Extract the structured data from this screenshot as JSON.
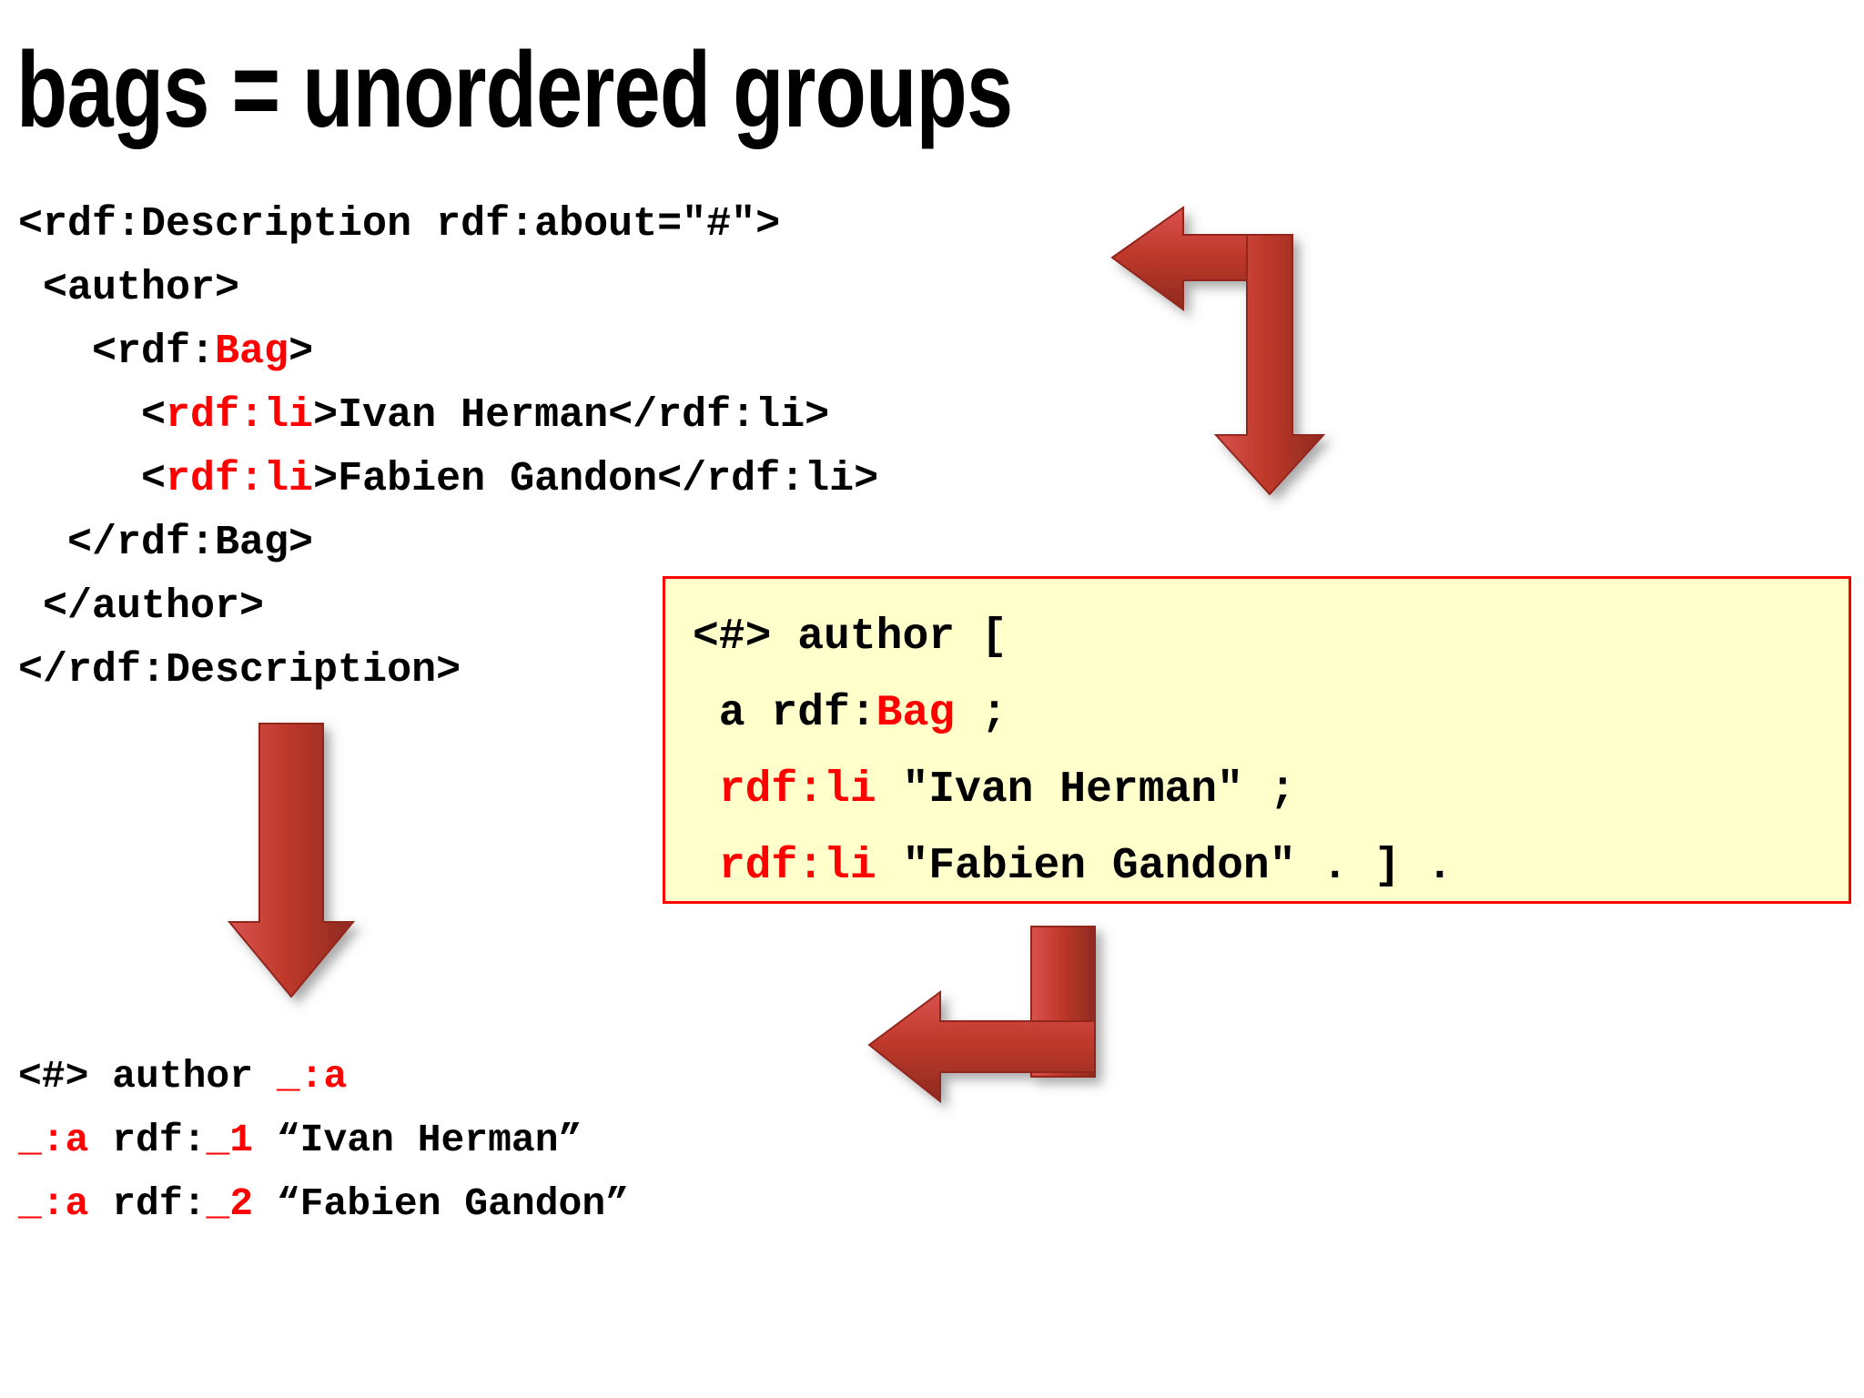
{
  "slide": {
    "title": "bags = unordered groups",
    "background_color": "#FFFFFF"
  },
  "colors": {
    "accent_red": "#FF0000",
    "arrow_red": "#C0392B",
    "arrow_red_dark": "#A32B22",
    "callout_fill": "#FFFFCC",
    "callout_border": "#FF0000",
    "text_black": "#000000"
  },
  "xml_block": {
    "name": "rdf-xml-serialization",
    "lines": [
      {
        "segments": [
          {
            "text": "<rdf:Description rdf:about=\"#\">",
            "color": "black"
          }
        ]
      },
      {
        "segments": [
          {
            "text": " <author>",
            "color": "black"
          }
        ]
      },
      {
        "segments": [
          {
            "text": "   <rdf:",
            "color": "black"
          },
          {
            "text": "Bag",
            "color": "red"
          },
          {
            "text": ">",
            "color": "black"
          }
        ]
      },
      {
        "segments": [
          {
            "text": "     <",
            "color": "black"
          },
          {
            "text": "rdf:li",
            "color": "red"
          },
          {
            "text": ">Ivan Herman</rdf:li>",
            "color": "black"
          }
        ]
      },
      {
        "segments": [
          {
            "text": "     <",
            "color": "black"
          },
          {
            "text": "rdf:li",
            "color": "red"
          },
          {
            "text": ">Fabien Gandon</rdf:li>",
            "color": "black"
          }
        ]
      },
      {
        "segments": [
          {
            "text": "  </rdf:Bag>",
            "color": "black"
          }
        ]
      },
      {
        "segments": [
          {
            "text": " </author>",
            "color": "black"
          }
        ]
      },
      {
        "segments": [
          {
            "text": "</rdf:Description>",
            "color": "black"
          }
        ]
      }
    ]
  },
  "turtle_box": {
    "name": "turtle-serialization-callout",
    "lines": [
      {
        "segments": [
          {
            "text": "<#> author [",
            "color": "black"
          }
        ]
      },
      {
        "segments": [
          {
            "text": " a rdf:",
            "color": "black"
          },
          {
            "text": "Bag",
            "color": "red"
          },
          {
            "text": " ;",
            "color": "black"
          }
        ]
      },
      {
        "segments": [
          {
            "text": " ",
            "color": "black"
          },
          {
            "text": "rdf:li",
            "color": "red"
          },
          {
            "text": " \"Ivan Herman\" ;",
            "color": "black"
          }
        ]
      },
      {
        "segments": [
          {
            "text": " ",
            "color": "black"
          },
          {
            "text": "rdf:li",
            "color": "red"
          },
          {
            "text": " \"Fabien Gandon\" . ] .",
            "color": "black"
          }
        ]
      }
    ]
  },
  "ntriples_block": {
    "name": "ntriples-serialization",
    "lines": [
      {
        "segments": [
          {
            "text": "<#> author ",
            "color": "black"
          },
          {
            "text": "_:a",
            "color": "red"
          }
        ]
      },
      {
        "segments": [
          {
            "text": "_:a",
            "color": "red"
          },
          {
            "text": " rdf:",
            "color": "black"
          },
          {
            "text": "_1",
            "color": "red"
          },
          {
            "text": " “Ivan Herman”",
            "color": "black"
          }
        ]
      },
      {
        "segments": [
          {
            "text": "_:a",
            "color": "red"
          },
          {
            "text": " rdf:",
            "color": "black"
          },
          {
            "text": "_2",
            "color": "red"
          },
          {
            "text": " “Fabien Gandon”",
            "color": "black"
          }
        ]
      }
    ]
  },
  "arrows": [
    {
      "name": "arrow-xml-to-turtle",
      "shape": "elbow-left-then-down",
      "direction_label": "left-down"
    },
    {
      "name": "arrow-xml-to-ntriples",
      "shape": "straight-down",
      "direction_label": "down"
    },
    {
      "name": "arrow-turtle-to-ntriples",
      "shape": "elbow-down-then-left",
      "direction_label": "down-left"
    }
  ]
}
